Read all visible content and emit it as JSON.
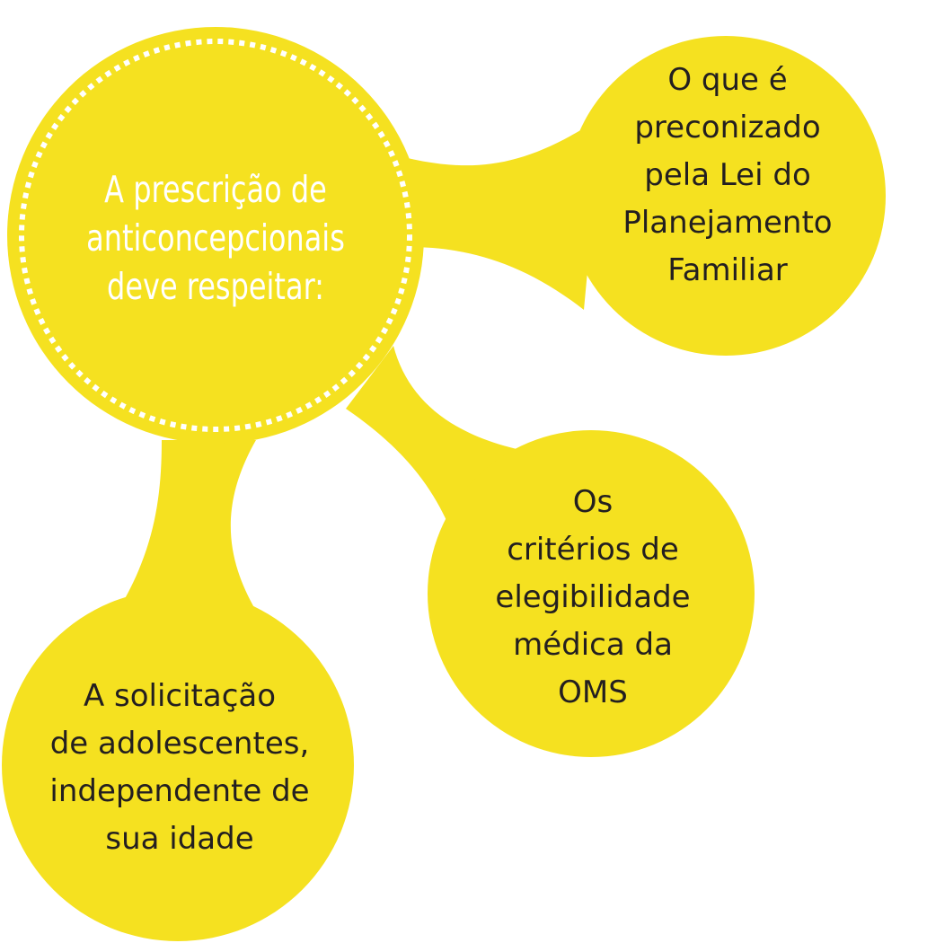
{
  "colors": {
    "bubble": "#f5e120",
    "central_text": "#ffffff",
    "node_text": "#231f20",
    "dots": "#ffffff"
  },
  "central": {
    "lines": [
      "A prescrição de",
      "anticoncepcionais",
      "deve respeitar:"
    ]
  },
  "nodes": [
    {
      "lines": [
        "O que é",
        "preconizado",
        "pela Lei do",
        "Planejamento",
        "Familiar"
      ]
    },
    {
      "lines": [
        "Os",
        "critérios de",
        "elegibilidade",
        "médica da",
        "OMS"
      ]
    },
    {
      "lines": [
        "A solicitação",
        "de adolescentes,",
        "independente de",
        "sua idade"
      ]
    }
  ]
}
